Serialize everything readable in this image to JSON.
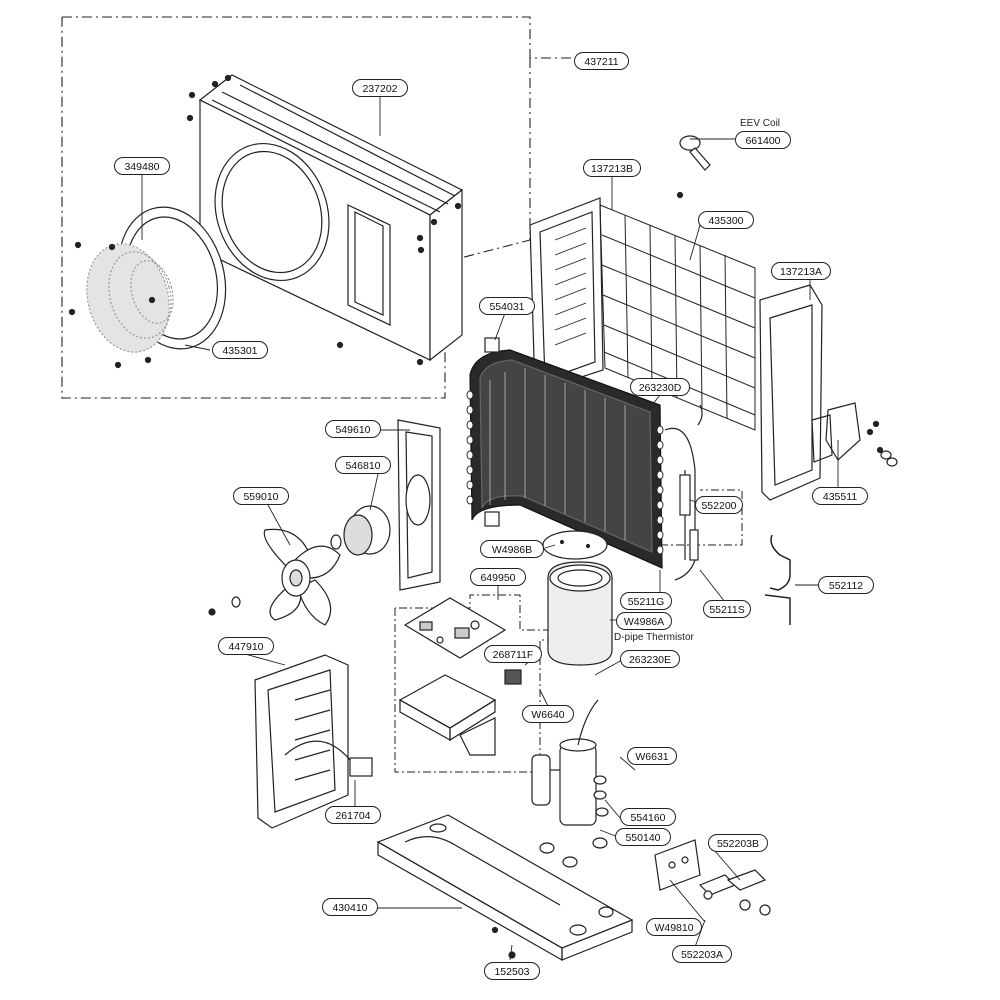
{
  "diagram": {
    "part_numbers": {
      "p437211": "437211",
      "p237202": "237202",
      "p349480": "349480",
      "p435301": "435301",
      "p661400": "661400",
      "p137213B": "137213B",
      "p435300": "435300",
      "p137213A": "137213A",
      "p554031": "554031",
      "p263230D": "263230D",
      "p549610": "549610",
      "p546810": "546810",
      "p559010": "559010",
      "p552200": "552200",
      "p435511": "435511",
      "pW4986B": "W4986B",
      "p649950": "649950",
      "p552112": "552112",
      "p55211G": "55211G",
      "p55211S": "55211S",
      "pW4986A": "W4986A",
      "p447910": "447910",
      "p268711F": "268711F",
      "p263230E": "263230E",
      "pW6640": "W6640",
      "pW6631": "W6631",
      "p261704": "261704",
      "p554160": "554160",
      "p550140": "550140",
      "p552203B": "552203B",
      "p430410": "430410",
      "pW49810": "W49810",
      "p552203A": "552203A",
      "p152503": "152503"
    },
    "notes": {
      "eev_coil": "EEV Coil",
      "d_pipe_thermistor": "D-pipe Thermistor"
    }
  }
}
